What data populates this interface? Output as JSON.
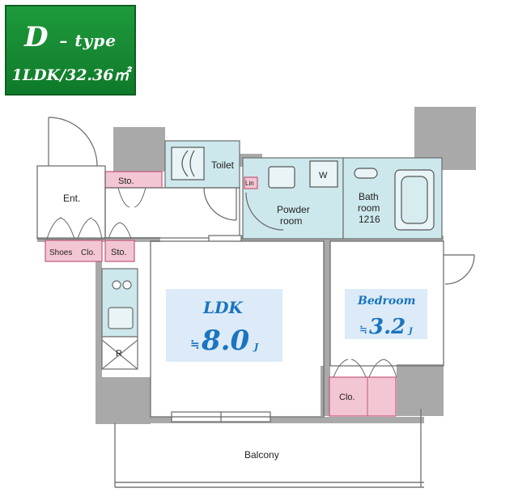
{
  "badge": {
    "type_letter": "D",
    "type_suffix": "– type",
    "spec": "1LDK/32.36㎡"
  },
  "rooms": {
    "toilet": "Toilet",
    "sto_upper": "Sto.",
    "lin": "Lin",
    "w": "W",
    "powder_line1": "Powder",
    "powder_line2": "room",
    "bath_line1": "Bath",
    "bath_line2": "room",
    "bath_line3": "1216",
    "ent": "Ent.",
    "shoes": "Shoes",
    "shoes_clo": "Clo.",
    "sto_lower": "Sto.",
    "r": "R",
    "ldk_label": "LDK",
    "ldk_approx": "≒",
    "ldk_size": "8.0",
    "ldk_unit": "J",
    "bed_label": "Bedroom",
    "bed_approx": "≒",
    "bed_size": "3.2",
    "bed_unit": "J",
    "clo": "Clo.",
    "balcony": "Balcony"
  },
  "colors": {
    "wall": "#a9a9a9",
    "wet_area": "#cde8ec",
    "storage": "#f3c6d3",
    "storage_border": "#c2587a",
    "label_panel": "#dcebf7",
    "accent_text": "#1b74c0",
    "badge_green": "#1a8f37"
  }
}
